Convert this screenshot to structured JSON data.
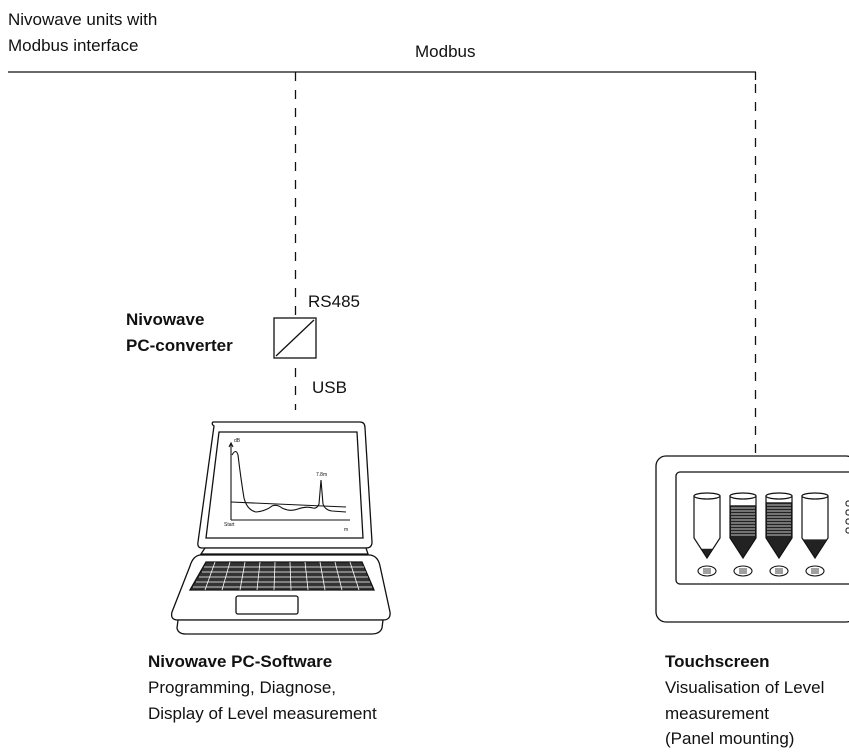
{
  "network": {
    "units_label_line1": "Nivowave units with",
    "units_label_line2": "Modbus interface",
    "bus_label": "Modbus"
  },
  "converter": {
    "title_line1": "Nivowave",
    "title_line2": "PC-converter",
    "top_port": "RS485",
    "bottom_port": "USB"
  },
  "laptop_screen": {
    "y_axis_label": "dB",
    "peak_label": "7.8m",
    "start_label": "Start",
    "x_axis_label": "m"
  },
  "pc_software": {
    "title": "Nivowave PC-Software",
    "line1": "Programming, Diagnose,",
    "line2": "Display of Level measurement"
  },
  "touchscreen": {
    "title": "Touchscreen",
    "line1": "Visualisation of Level",
    "line2": "measurement",
    "line3": "(Panel mounting)"
  }
}
